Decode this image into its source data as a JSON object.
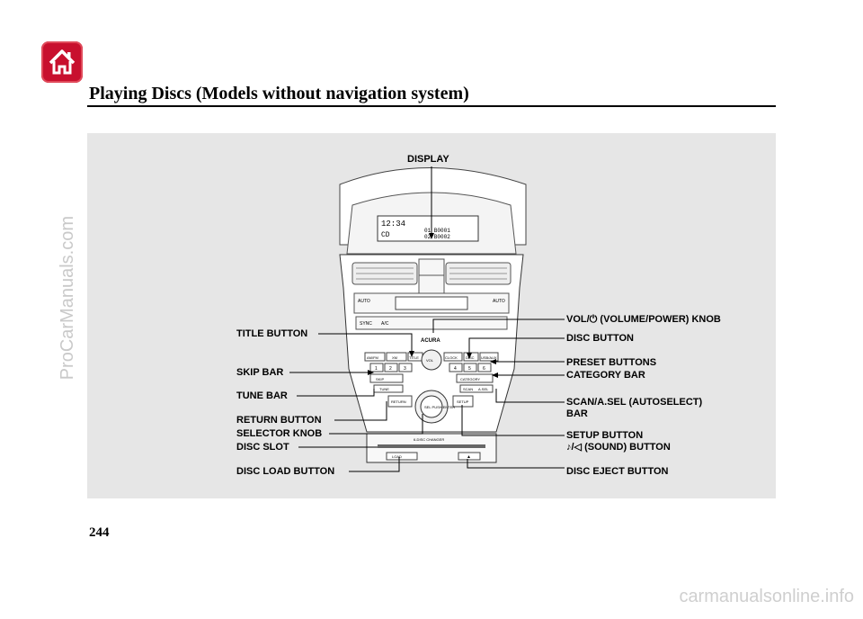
{
  "page": {
    "title": "Playing Discs (Models without navigation system)",
    "page_number": "244",
    "watermark_side": "ProCarManuals.com",
    "watermark_bottom": "carmanualsonline.info"
  },
  "nav": {
    "home_icon": "home-icon"
  },
  "labels": {
    "display": "DISPLAY",
    "title_button": "TITLE BUTTON",
    "skip_bar": "SKIP BAR",
    "tune_bar": "TUNE BAR",
    "return_button": "RETURN BUTTON",
    "selector_knob": "SELECTOR KNOB",
    "disc_slot": "DISC SLOT",
    "disc_load_button": "DISC LOAD BUTTON",
    "vol_knob": "VOL/⏻ (VOLUME/POWER) KNOB",
    "disc_button": "DISC BUTTON",
    "preset_buttons": "PRESET BUTTONS",
    "category_bar": "CATEGORY BAR",
    "scan_line1": "SCAN/A.SEL (AUTOSELECT)",
    "scan_line2": "BAR",
    "setup_button": "SETUP BUTTON",
    "sound_button": "♪/◁ (SOUND) BUTTON",
    "disc_eject_button": "DISC EJECT BUTTON"
  },
  "unit": {
    "clock": "12:34",
    "disc_text": "CD",
    "track_line1": "01 B0001",
    "track_line2": "02 B0002",
    "brand": "ACURA",
    "buttons": {
      "am_fm": "AM/FM",
      "xm": "XM",
      "title": "TITLE",
      "clock": "CLOCK",
      "disc": "DISC",
      "usb": "USB/AUX",
      "skip": "SKIP",
      "tune": "TUNE",
      "category": "CATEGORY",
      "scan": "SCAN",
      "asel": "A.SEL",
      "return": "RETURN",
      "setup": "SETUP",
      "sel_knob": "SEL PUSH ENTER",
      "vol": "VOL",
      "load": "LOAD",
      "changer": "6-DISC CHANGER",
      "auto_left": "AUTO",
      "auto_right": "AUTO",
      "sync": "SYNC",
      "ac": "A/C",
      "presets": [
        "1",
        "2",
        "3",
        "4",
        "5",
        "6"
      ]
    }
  }
}
